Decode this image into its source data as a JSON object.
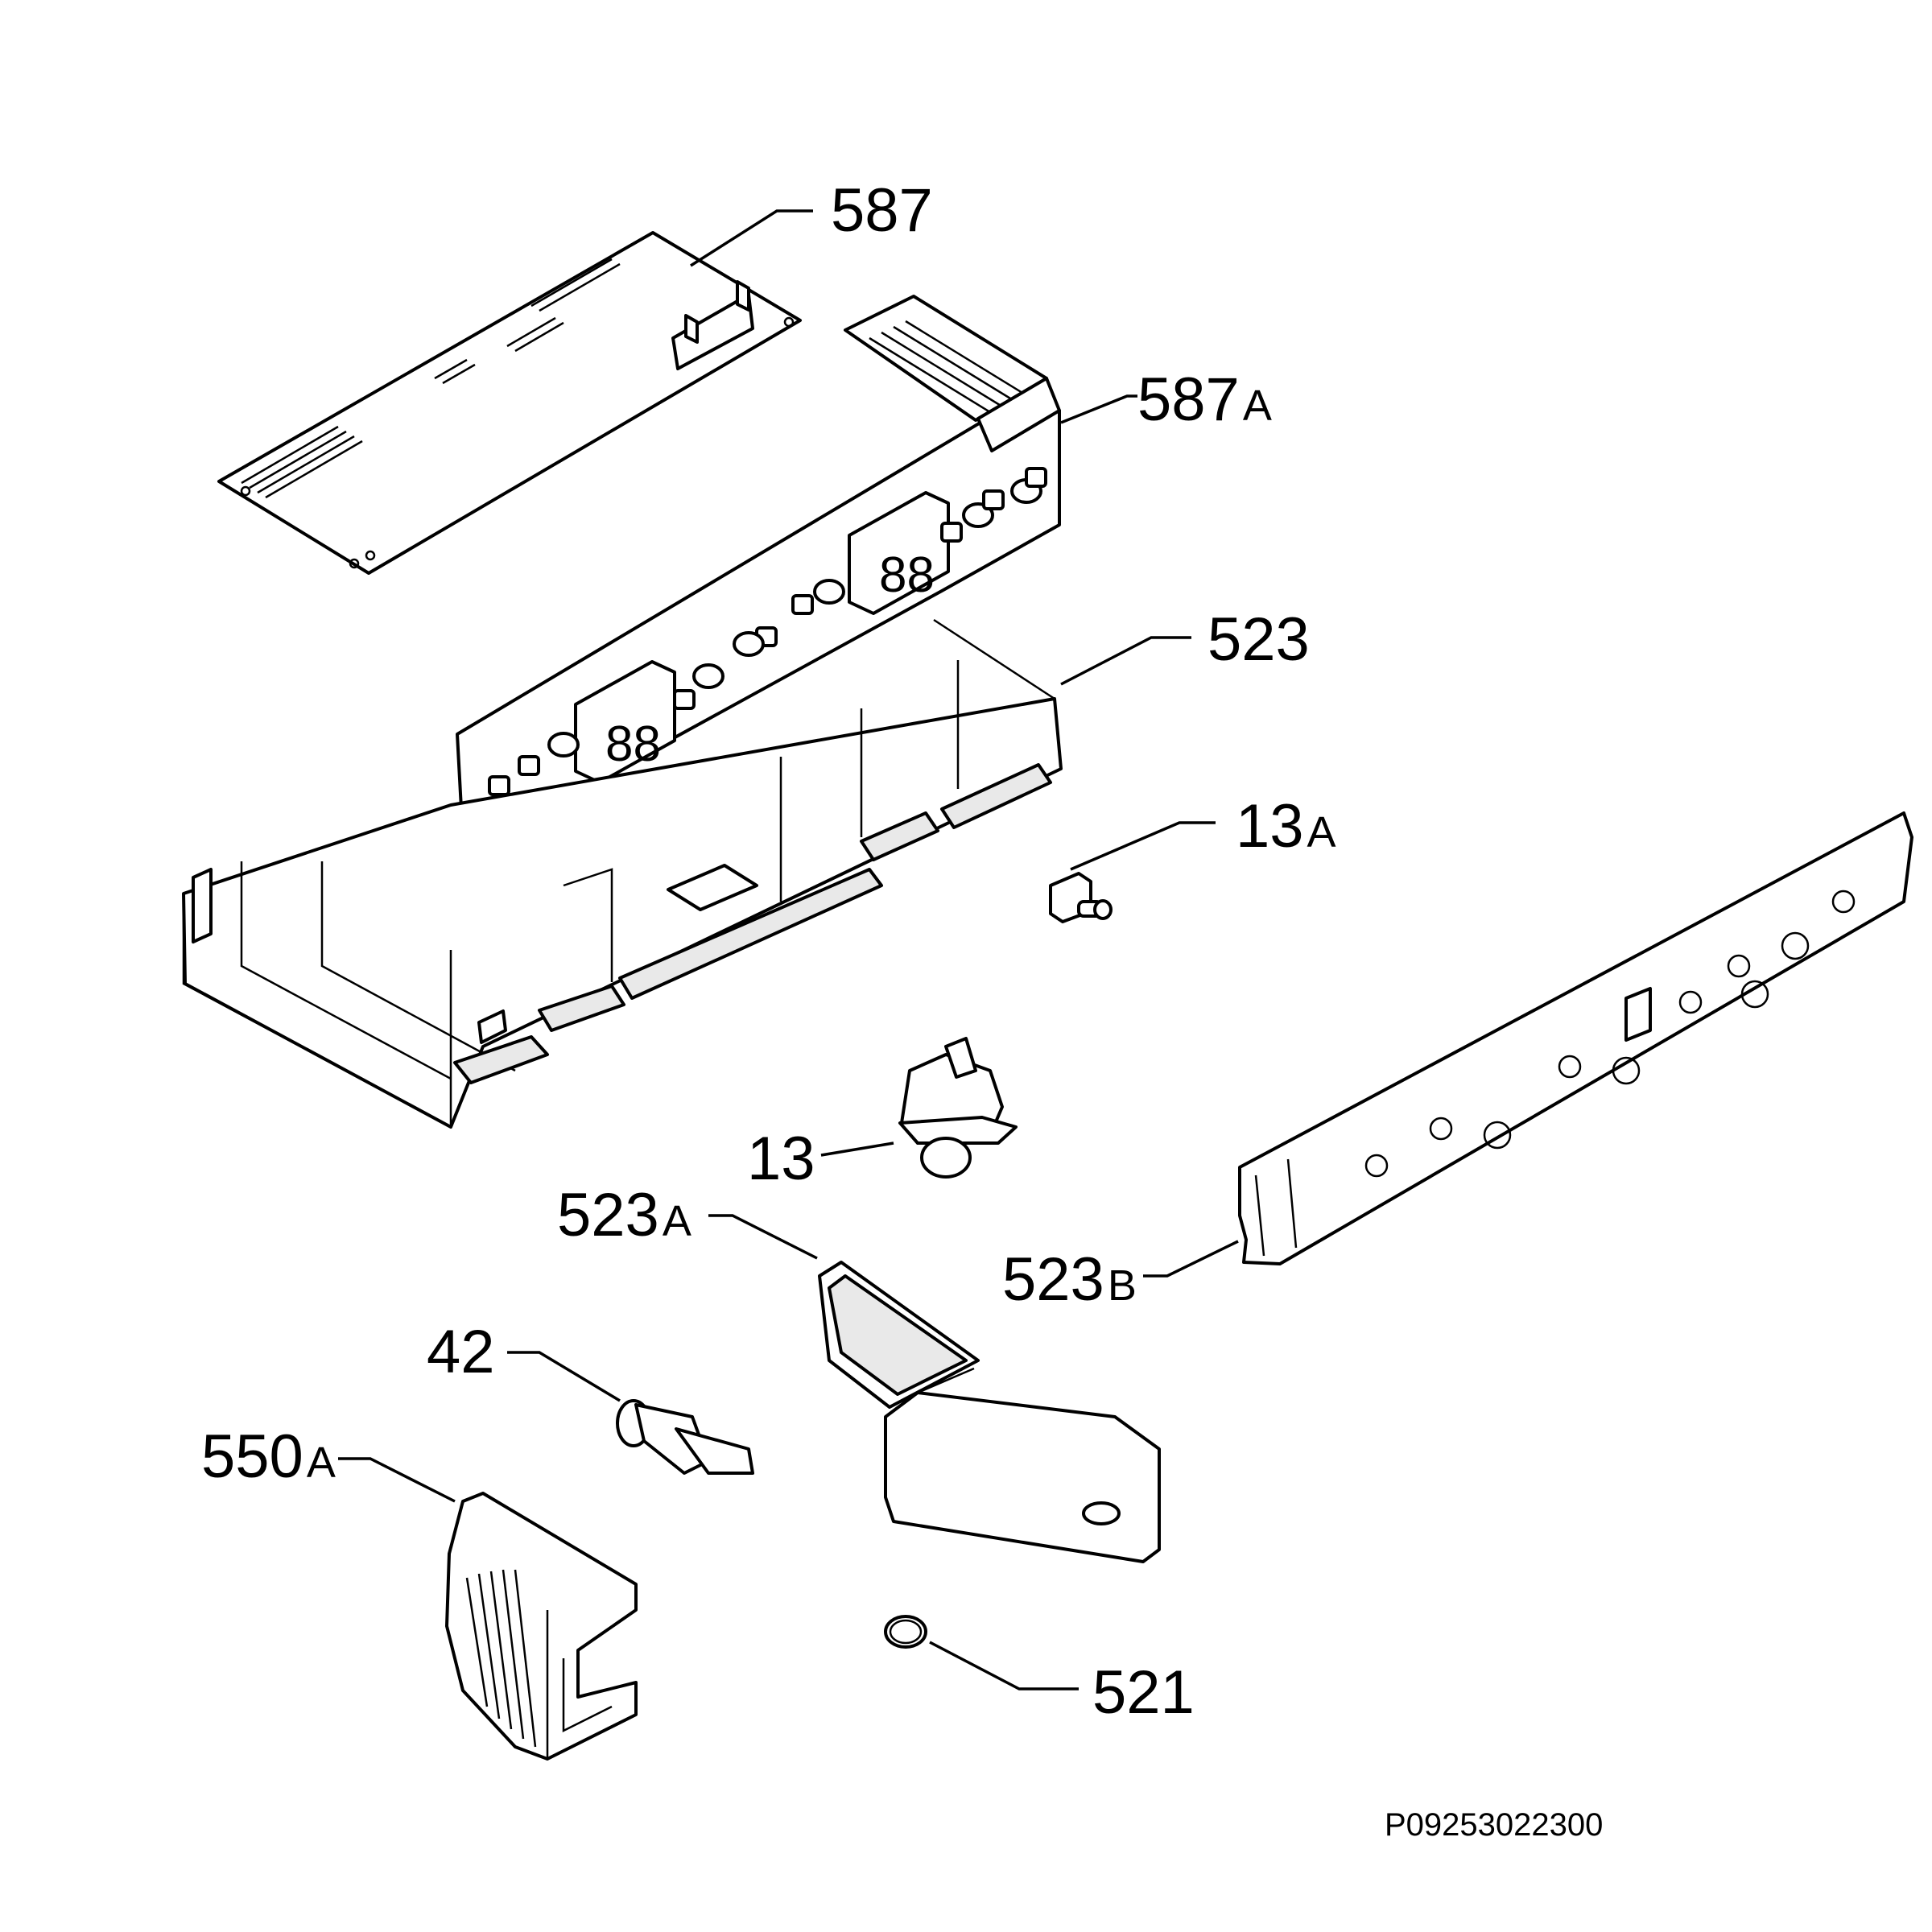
{
  "callouts": {
    "p587": "587",
    "p587a_num": "587",
    "p587a_suf": "A",
    "p523": "523",
    "p13a_num": "13",
    "p13a_suf": "A",
    "p13": "13",
    "p523a_num": "523",
    "p523a_suf": "A",
    "p523b_num": "523",
    "p523b_suf": "B",
    "p42": "42",
    "p550a_num": "550",
    "p550a_suf": "A",
    "p521": "521"
  },
  "drawing_code": "P09253022300"
}
